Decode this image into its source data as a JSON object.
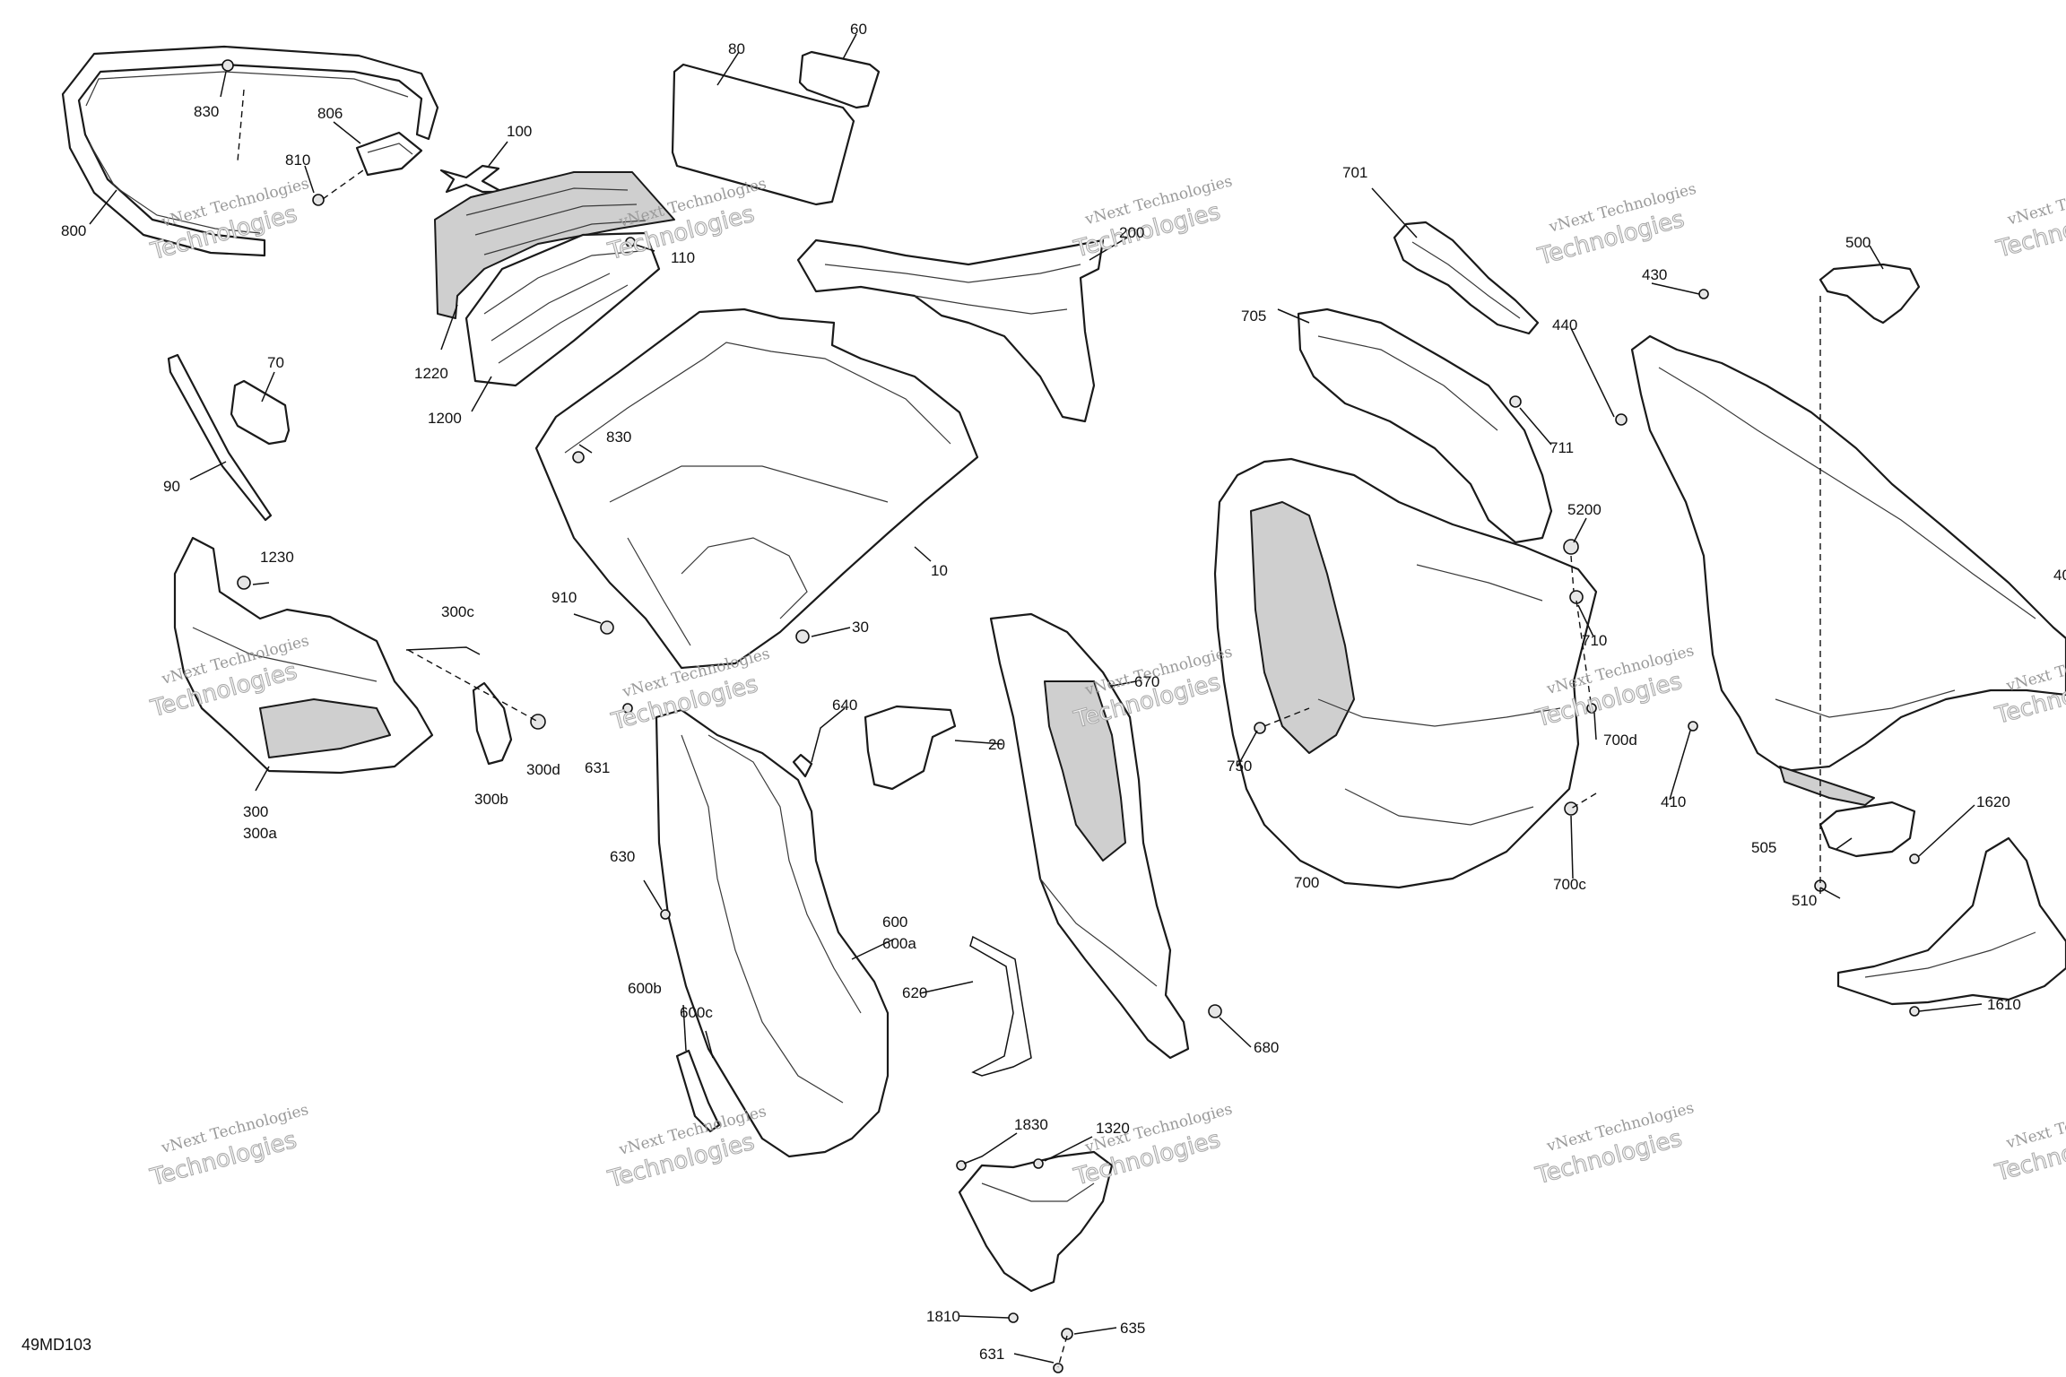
{
  "diagram_code": "49MD103",
  "watermark": {
    "line1": "vNext Technologies",
    "line2": "Technologies"
  },
  "callouts": {
    "c800": "800",
    "c830a": "830",
    "c806": "806",
    "c810": "810",
    "c100": "100",
    "c110": "110",
    "c1220": "1220",
    "c1200": "1200",
    "c80": "80",
    "c60": "60",
    "c200": "200",
    "c70": "70",
    "c90": "90",
    "c830b": "830",
    "c10": "10",
    "c910": "910",
    "c30": "30",
    "c1230": "1230",
    "c300c": "300c",
    "c300": "300",
    "c300a": "300a",
    "c300b": "300b",
    "c300d": "300d",
    "c631a": "631",
    "c640": "640",
    "c20": "20",
    "c630": "630",
    "c600": "600",
    "c600a": "600a",
    "c620": "620",
    "c600b": "600b",
    "c600c": "600c",
    "c670": "670",
    "c680": "680",
    "c1830": "1830",
    "c1320": "1320",
    "c1810": "1810",
    "c635": "635",
    "c631b": "631",
    "c701": "701",
    "c705": "705",
    "c711": "711",
    "c5200": "5200",
    "c710": "710",
    "c750": "750",
    "c700d": "700d",
    "c700": "700",
    "c700c": "700c",
    "c500": "500",
    "c430": "430",
    "c440": "440",
    "c40": "40",
    "c410": "410",
    "c1620": "1620",
    "c505": "505",
    "c510": "510",
    "c1610": "1610"
  }
}
